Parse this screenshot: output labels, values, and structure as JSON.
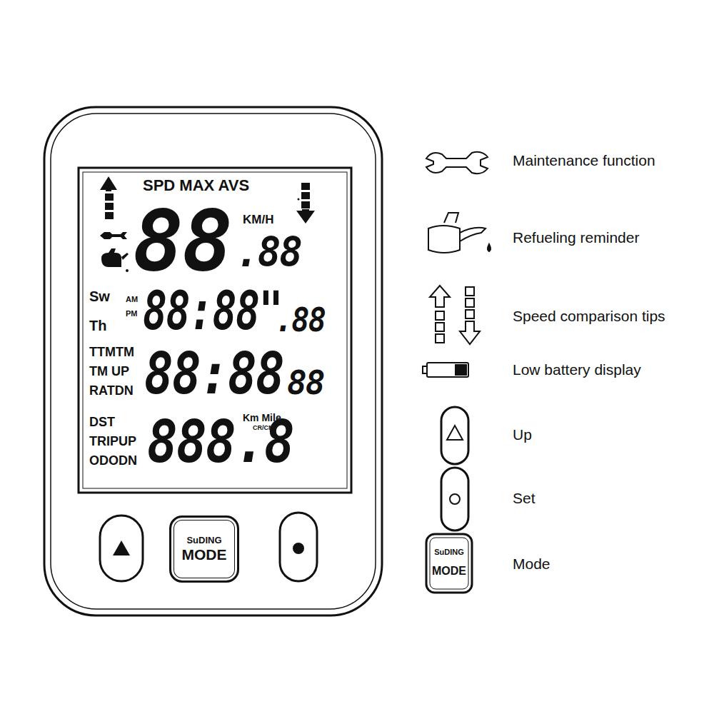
{
  "diagram": {
    "nodes": [
      {
        "text": [
          "SuDING",
          "MODE"
        ]
      }
    ],
    "labels": [
      "SPD MAX AVS",
      "KM/H",
      "88",
      ".88",
      "Sw",
      "AM",
      "PM",
      "Th",
      "88:88\"",
      ".88",
      "TTMTM",
      "TM UP",
      "RATDN",
      "88:88",
      "88",
      "DST",
      "TRIPUP",
      "ODODN",
      "888.8",
      "Km Mile",
      "CR/CM",
      "SuDING",
      "MODE"
    ],
    "legend": [
      {
        "text": "Maintenance function"
      },
      {
        "text": "Refueling reminder"
      },
      {
        "text": "Speed comparison tips"
      },
      {
        "text": "Low battery display"
      },
      {
        "text": "Up"
      },
      {
        "text": "Set"
      },
      {
        "text": "Mode"
      }
    ]
  }
}
